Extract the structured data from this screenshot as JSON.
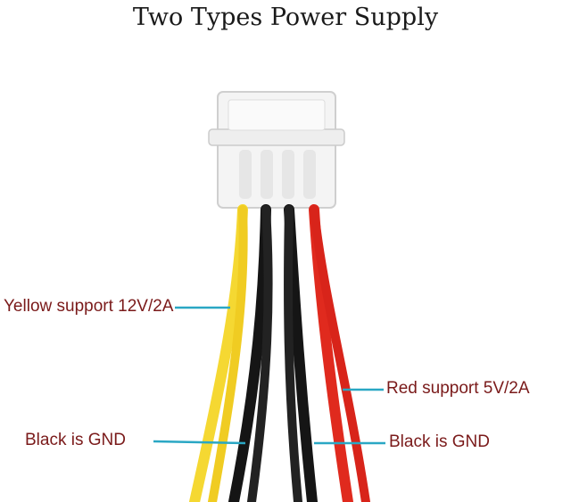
{
  "title": "Two Types Power Supply",
  "labels": {
    "yellow": "Yellow support 12V/2A",
    "red": "Red support 5V/2A",
    "black_left": "Black is GND",
    "black_right": "Black is GND"
  },
  "colors": {
    "label_text": "#7a1a1a",
    "leader_line": "#2aa7c4",
    "yellow_wire": "#f5d832",
    "black_wire": "#111111",
    "red_wire": "#e02a1e",
    "connector": "#f4f4f4"
  }
}
